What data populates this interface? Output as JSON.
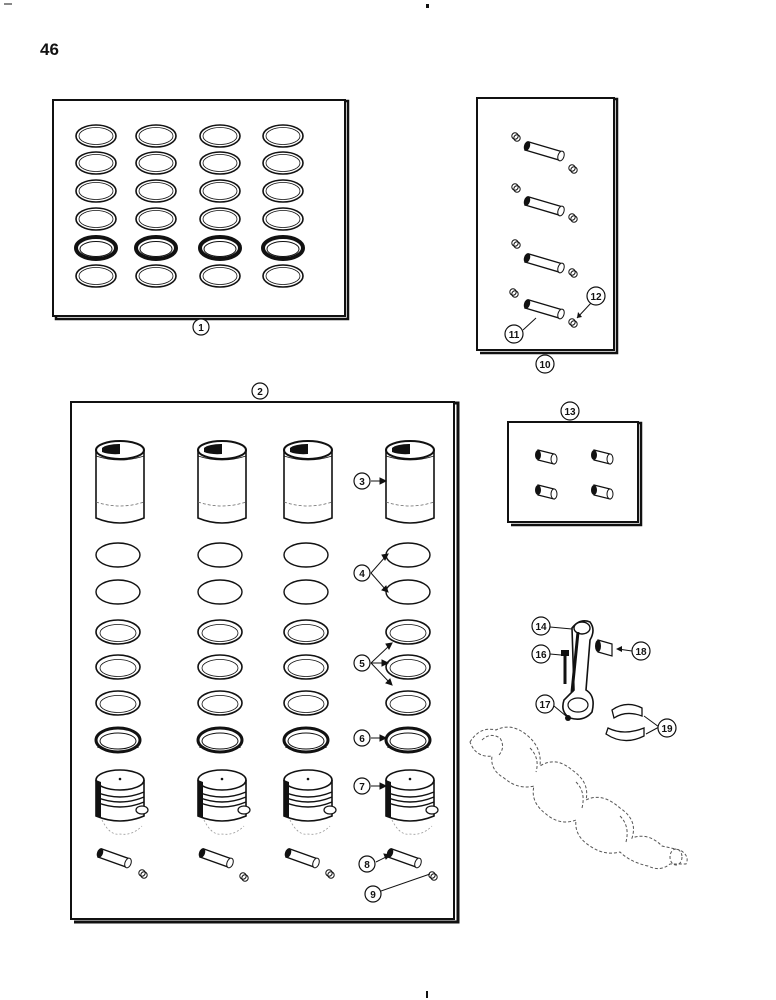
{
  "page": {
    "number": "46"
  },
  "callouts": {
    "c1": "1",
    "c2": "2",
    "c3": "3",
    "c4": "4",
    "c5": "5",
    "c6": "6",
    "c7": "7",
    "c8": "8",
    "c9": "9",
    "c10": "10",
    "c11": "11",
    "c12": "12",
    "c13": "13",
    "c14": "14",
    "c16": "16",
    "c17": "17",
    "c18": "18",
    "c19": "19"
  }
}
